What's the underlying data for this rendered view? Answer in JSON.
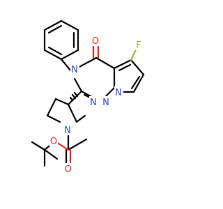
{
  "diagram": {
    "type": "chemical-structure",
    "atom_labels": {
      "fluorine": "F",
      "carbonyl_oxygen": "O",
      "pyrimidinone_n_phenyl": "N",
      "triazine_n_upper": "N",
      "triazine_n_lower": "N",
      "pyrrole_n": "N",
      "azetidine_n": "N",
      "carbamate_carbonyl_o": "O",
      "carbamate_ester_o": "O"
    },
    "colors": {
      "bond": "#000000",
      "nitrogen": "#2b3fd8",
      "oxygen": "#e8201a",
      "fluorine": "#a7ad3a"
    }
  }
}
